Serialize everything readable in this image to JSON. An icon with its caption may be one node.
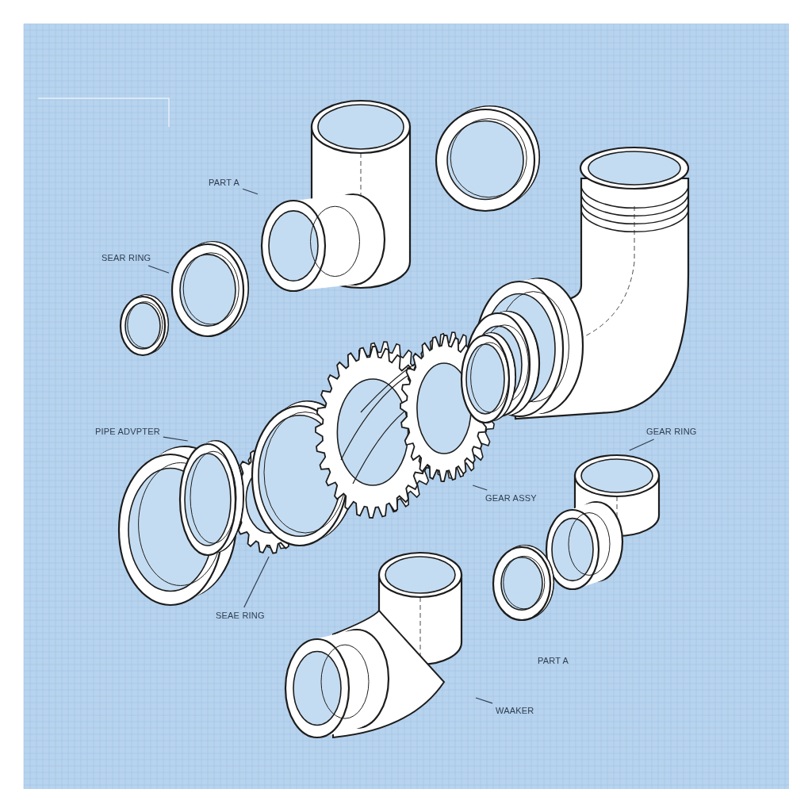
{
  "diagram": {
    "nodes": [
      {
        "text": [
          "PART A"
        ]
      },
      {
        "text": [],
        "shape": "picture"
      },
      {
        "text": [],
        "shape": "picture"
      },
      {
        "text": [],
        "shape": "picture"
      },
      {
        "text": [
          "SEAR RING"
        ]
      },
      {
        "text": [],
        "shape": "picture"
      },
      {
        "text": [],
        "shape": "picture"
      },
      {
        "text": [],
        "shape": "picture"
      },
      {
        "text": [],
        "shape": "picture"
      },
      {
        "text": [
          "PIPE ADVPTER"
        ]
      },
      {
        "text": [
          "GEAR RING"
        ]
      },
      {
        "text": [],
        "shape": "picture"
      },
      {
        "text": [
          "GEAR ASSY"
        ]
      },
      {
        "text": [],
        "shape": "picture"
      },
      {
        "text": [],
        "shape": "picture"
      },
      {
        "text": [],
        "shape": "picture"
      },
      {
        "text": [
          "SEAE RING"
        ]
      },
      {
        "text": [
          "WAAKER"
        ]
      }
    ],
    "edges": [
      {
        "from": 0,
        "to": 1,
        "arrow": "none"
      },
      {
        "from": 4,
        "to": 5,
        "arrow": "none"
      },
      {
        "from": 9,
        "to": 11,
        "arrow": "none"
      },
      {
        "from": 10,
        "to": 13,
        "arrow": "none"
      },
      {
        "from": 12,
        "to": 8,
        "arrow": "none"
      },
      {
        "from": 16,
        "to": 7,
        "arrow": "none"
      },
      {
        "from": 17,
        "to": 15,
        "arrow": "none"
      }
    ],
    "labels": [
      "PART A"
    ]
  }
}
